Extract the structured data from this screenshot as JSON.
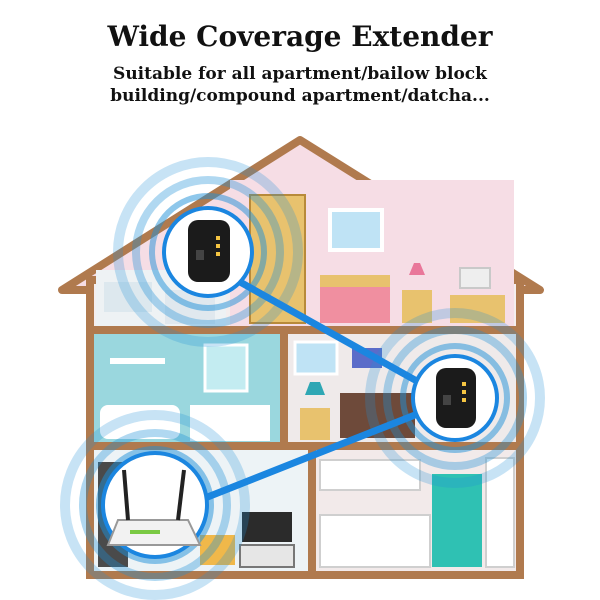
{
  "header": {
    "title": "Wide Coverage Extender",
    "subtitle_line1": "Suitable for all apartment/bailow block",
    "subtitle_line2": "building/compound apartment/datcha..."
  },
  "colors": {
    "house_outline": "#b07a4e",
    "roof_wall": "#f6dde5",
    "bathroom_wall": "#9ad7de",
    "bedroom_wall": "#efeaea",
    "kitchen_wall": "#f2eaea",
    "office_wall": "#edf3f6",
    "signal_blue": "#1e8fd8",
    "link_blue": "#1b86e0",
    "device_black": "#1b1b1b"
  },
  "devices": [
    {
      "name": "extender-top"
    },
    {
      "name": "extender-middle"
    },
    {
      "name": "router"
    }
  ]
}
